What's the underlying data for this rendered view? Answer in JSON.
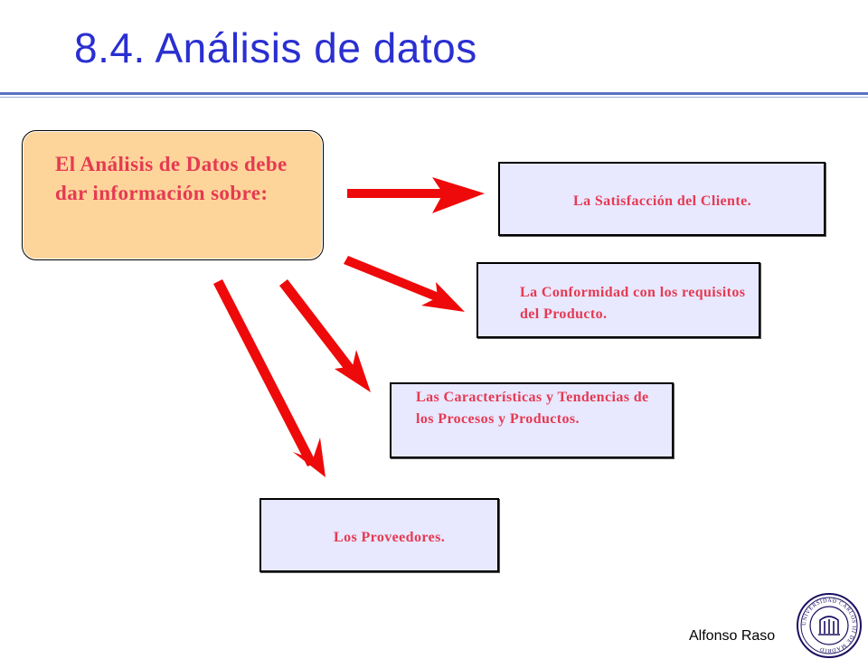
{
  "title": "8.4. Análisis de datos",
  "source": {
    "text": "El Análisis de Datos debe dar información sobre:"
  },
  "targets": [
    "La Satisfacción del Cliente.",
    "La Conformidad con los requisitos del Producto.",
    "Las Características  y Tendencias de los Procesos y Productos.",
    "Los Proveedores."
  ],
  "footer": {
    "author": "Alfonso Raso"
  },
  "logo": {
    "name": "university-seal-icon",
    "text": "UNIVERSIDAD CARLOS III DE MADRID"
  },
  "colors": {
    "title": "#2a2fd0",
    "rule": "#5a74c4",
    "source_fill": "#fdd49a",
    "target_fill": "#e8e8ff",
    "text_red": "#e53a52",
    "arrow": "#ee0a0a",
    "seal": "#1a1060"
  }
}
